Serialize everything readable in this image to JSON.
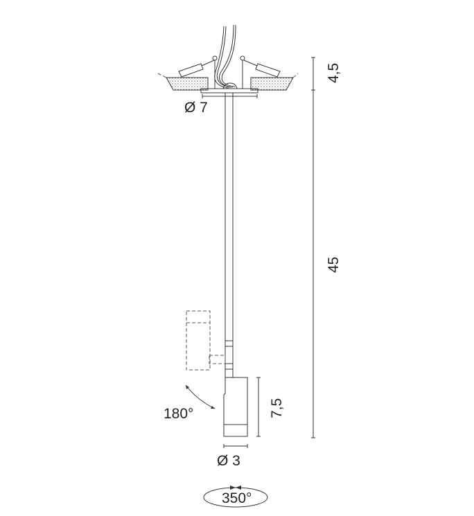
{
  "dimensions": {
    "recess_depth": "4,5",
    "total_length": "45",
    "base_diameter": "Ø 7",
    "head_length": "7,5",
    "head_diameter": "Ø 3"
  },
  "rotation": {
    "tilt": "180°",
    "pan": "350°"
  }
}
